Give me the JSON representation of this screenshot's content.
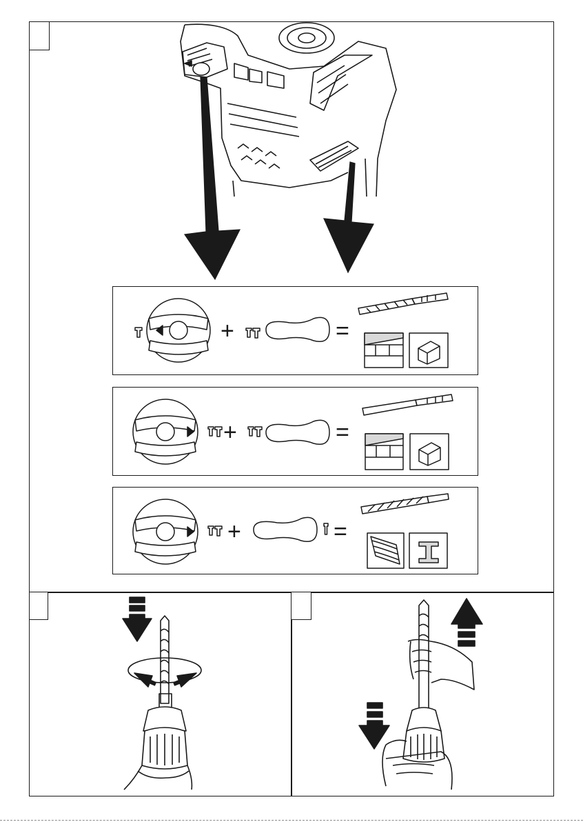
{
  "page": {
    "sections": [
      {
        "id": "mode-selection",
        "step_label": ""
      },
      {
        "id": "bit-insertion",
        "step_label": ""
      },
      {
        "id": "bit-removal",
        "step_label": ""
      }
    ]
  },
  "mode_table": {
    "rows": [
      {
        "mode": "hammer-drilling",
        "switch_arrow": "left",
        "bit": "sds-masonry-bit",
        "materials": [
          "concrete",
          "brick"
        ]
      },
      {
        "mode": "chiselling",
        "switch_arrow": "right",
        "bit": "flat-chisel",
        "materials": [
          "concrete",
          "brick"
        ]
      },
      {
        "mode": "drilling",
        "switch_arrow": "right",
        "bit": "twist-drill-bit",
        "materials": [
          "wood",
          "steel"
        ]
      }
    ],
    "operators": {
      "plus": "+",
      "equals": "="
    }
  },
  "colors": {
    "line": "#1a1a1a",
    "fill_dark": "#1a1a1a",
    "fill_light": "#ffffff",
    "tile_shade": "#d9d9d9"
  },
  "icons": {
    "arrow_down": "down-arrow-icon",
    "arrow_up": "up-arrow-icon",
    "rotate": "rotate-icon",
    "hammer_symbol": "hammer-symbol-icon",
    "drill_symbol": "drill-symbol-icon"
  }
}
